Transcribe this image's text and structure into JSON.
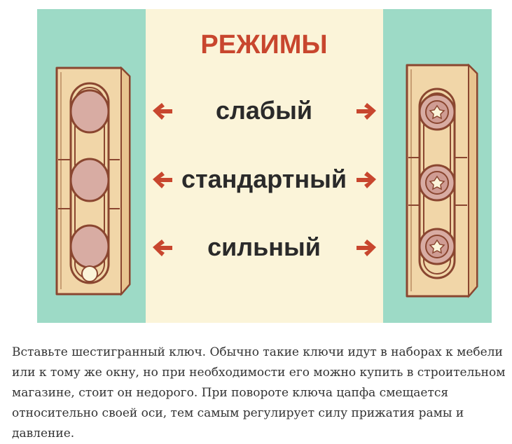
{
  "illustration": {
    "title": "РЕЖИМЫ",
    "modes": [
      "слабый",
      "стандартный",
      "сильный"
    ],
    "colors": {
      "panel_bg": "#9ddac6",
      "center_bg": "#fbf4d9",
      "accent": "#c8462e",
      "text": "#2a2a2a",
      "frame": "#f1d6a8",
      "frame_outline": "#8a4630",
      "pin": "#d8aca3"
    },
    "arrow_icons": [
      "arrow-left-icon",
      "arrow-right-icon"
    ]
  },
  "caption": {
    "text": "Вставьте шестигранный ключ. Обычно такие ключи идут в наборах к мебели или к тому же окну, но при необходимости его можно купить в строительном магазине, стоит он недорого. При повороте ключа цапфа смещается относительно своей оси, тем самым регулирует силу прижатия рамы и давление."
  }
}
